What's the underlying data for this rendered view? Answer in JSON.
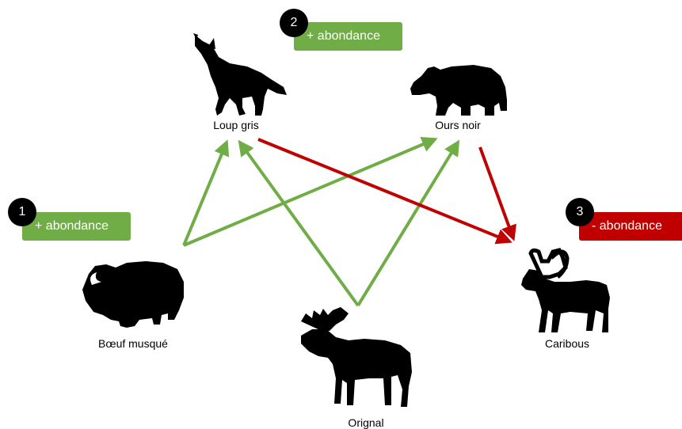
{
  "colors": {
    "positive": "#70ad47",
    "negative": "#c00000",
    "silhouette": "#000000"
  },
  "species": {
    "wolf": "Loup gris",
    "bear": "Ours noir",
    "muskox": "Bœuf musqué",
    "moose": "Orignal",
    "caribou": "Caribous"
  },
  "badges": [
    {
      "number": "1",
      "text": "+ abondance",
      "effect": "positive"
    },
    {
      "number": "2",
      "text": "+ abondance",
      "effect": "positive"
    },
    {
      "number": "3",
      "text": "- abondance",
      "effect": "negative"
    }
  ],
  "interactions": [
    {
      "from": "Bœuf musqué",
      "to": "Loup gris",
      "effect": "positive"
    },
    {
      "from": "Bœuf musqué",
      "to": "Ours noir",
      "effect": "positive"
    },
    {
      "from": "Orignal",
      "to": "Loup gris",
      "effect": "positive"
    },
    {
      "from": "Orignal",
      "to": "Ours noir",
      "effect": "positive"
    },
    {
      "from": "Loup gris",
      "to": "Caribous",
      "effect": "negative"
    },
    {
      "from": "Ours noir",
      "to": "Caribous",
      "effect": "negative"
    }
  ]
}
